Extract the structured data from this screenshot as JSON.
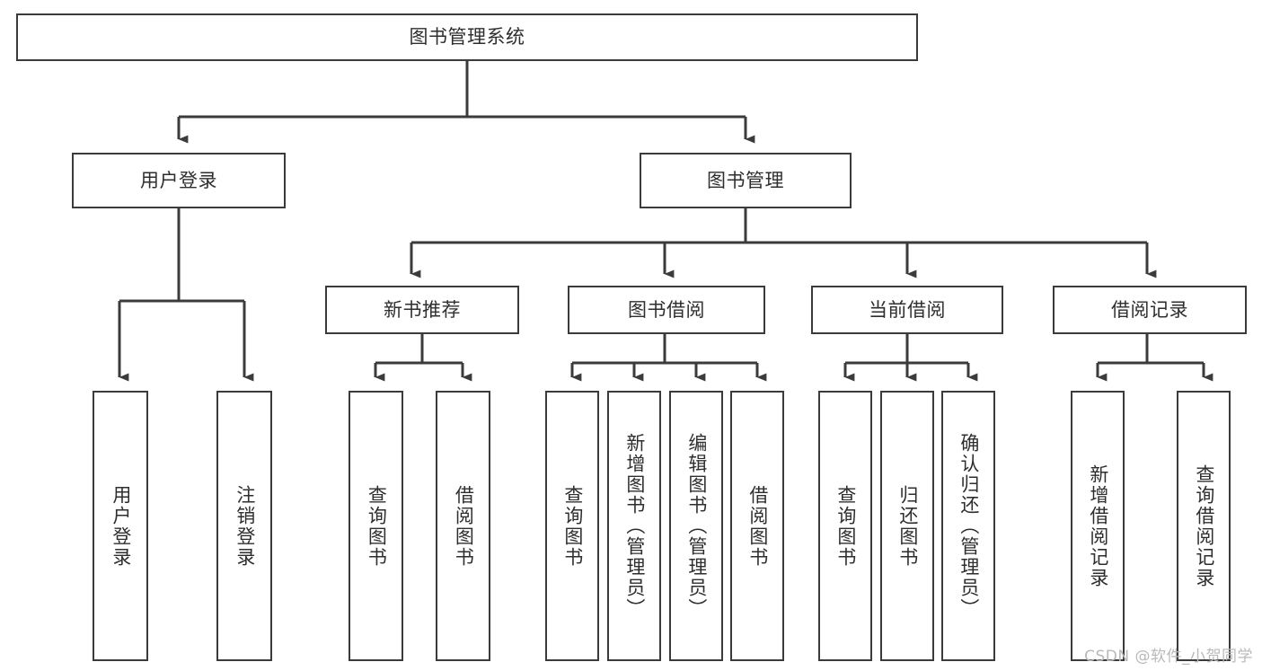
{
  "diagram": {
    "title": "图书管理系统",
    "type": "功能结构图",
    "colors": {
      "stroke": "#3b3b3b",
      "fill": "#ffffff",
      "text": "#2e2e2e",
      "watermark": "#b9b9b9"
    },
    "root": {
      "label": "图书管理系统"
    },
    "level2": [
      {
        "label": "用户登录"
      },
      {
        "label": "图书管理"
      }
    ],
    "level3": [
      {
        "label": "新书推荐"
      },
      {
        "label": "图书借阅"
      },
      {
        "label": "当前借阅"
      },
      {
        "label": "借阅记录"
      }
    ],
    "leaves": {
      "user_login": [
        {
          "label": "用户登录"
        },
        {
          "label": "注销登录"
        }
      ],
      "new_book_recommend": [
        {
          "label": "查询图书"
        },
        {
          "label": "借阅图书"
        }
      ],
      "book_borrow": [
        {
          "label": "查询图书"
        },
        {
          "label": "新增图书（管理员）"
        },
        {
          "label": "编辑图书（管理员）"
        },
        {
          "label": "借阅图书"
        }
      ],
      "current_borrow": [
        {
          "label": "查询图书"
        },
        {
          "label": "归还图书"
        },
        {
          "label": "确认归还（管理员）"
        }
      ],
      "borrow_record": [
        {
          "label": "新增借阅记录"
        },
        {
          "label": "查询借阅记录"
        }
      ]
    }
  },
  "watermark": {
    "text": "CSDN @软件_小贺同学"
  }
}
